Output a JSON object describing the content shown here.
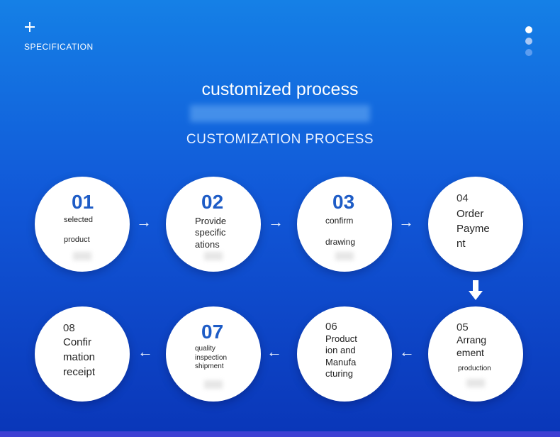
{
  "header": {
    "specification_label": "SPECIFICATION",
    "title": "customized process",
    "subtitle": "CUSTOMIZATION PROCESS"
  },
  "steps": [
    {
      "number": "01",
      "text": "selected\n\nproduct"
    },
    {
      "number": "02",
      "text": "Provide\nspecific\nations"
    },
    {
      "number": "03",
      "text": "confirm\n\ndrawing"
    },
    {
      "number": "04",
      "text": "Order\nPayme\nnt"
    },
    {
      "number": "05",
      "text": "Arrang\nement"
    },
    {
      "number": "05",
      "text": "production"
    },
    {
      "number": "06",
      "text": "Product\nion and\nManufa\ncturing"
    },
    {
      "number": "07",
      "text": "quality\ninspection\nshipment"
    },
    {
      "number": "08",
      "text": "Confir\nmation\nreceipt"
    }
  ],
  "arrows": {
    "right": "→",
    "left": "←"
  },
  "colors": {
    "background_top": "#1580e6",
    "background_bottom": "#0a36b8",
    "number_blue": "#1e5cc6"
  }
}
